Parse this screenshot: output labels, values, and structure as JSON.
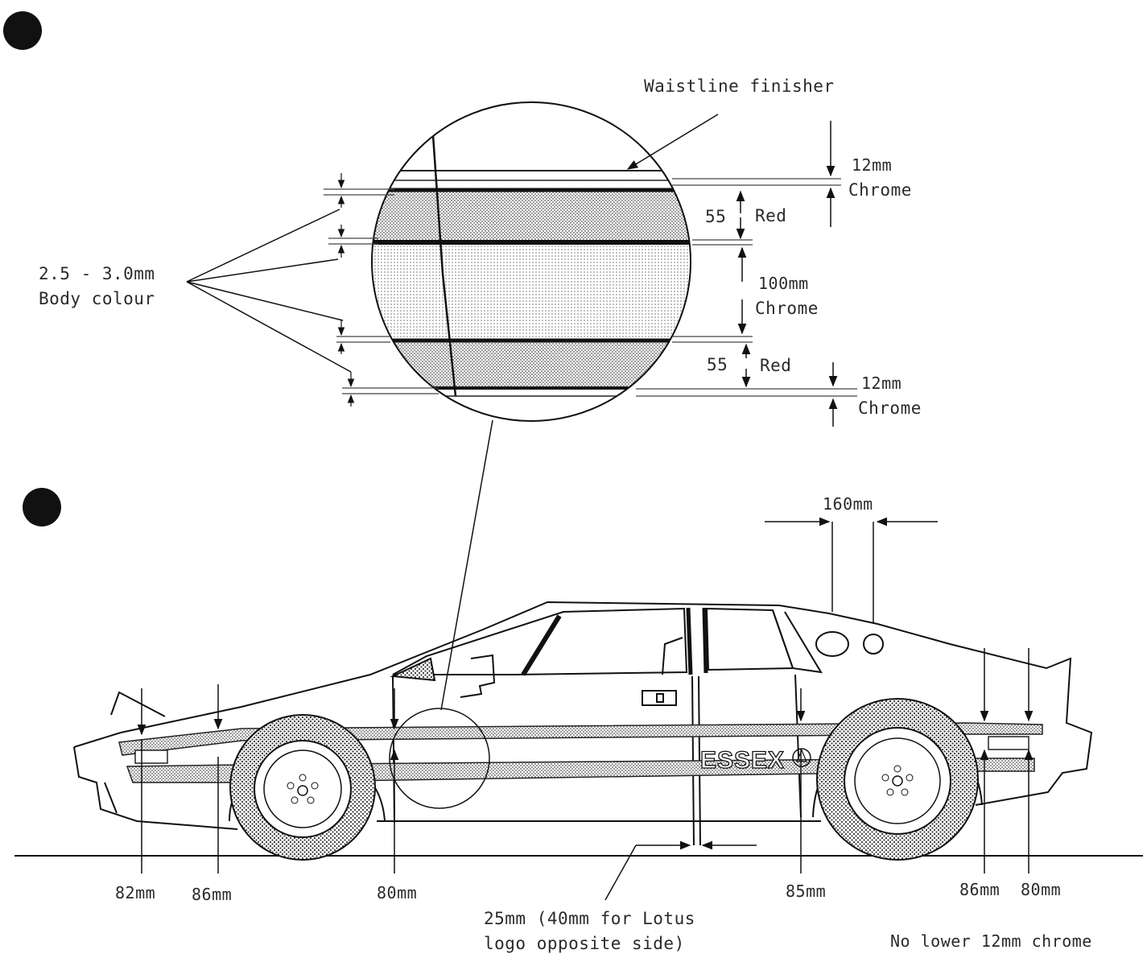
{
  "detail": {
    "waistline_label": "Waistline finisher",
    "body_colour_line1": "2.5 - 3.0mm",
    "body_colour_line2": "Body colour",
    "top_chrome_size": "12mm",
    "top_chrome_word": "Chrome",
    "upper_red_size": "55",
    "upper_red_word": "Red",
    "middle_chrome_size": "100mm",
    "middle_chrome_word": "Chrome",
    "lower_red_size": "55",
    "lower_red_word": "Red",
    "bottom_chrome_size": "12mm",
    "bottom_chrome_word": "Chrome"
  },
  "car": {
    "logo_text": "ESSEX",
    "logo_gap": "160mm",
    "heights": [
      "82mm",
      "86mm",
      "80mm",
      "85mm",
      "86mm",
      "80mm"
    ],
    "door_gap_line1": "25mm (40mm for Lotus",
    "door_gap_line2": "logo opposite side)",
    "note": "No lower 12mm chrome"
  }
}
